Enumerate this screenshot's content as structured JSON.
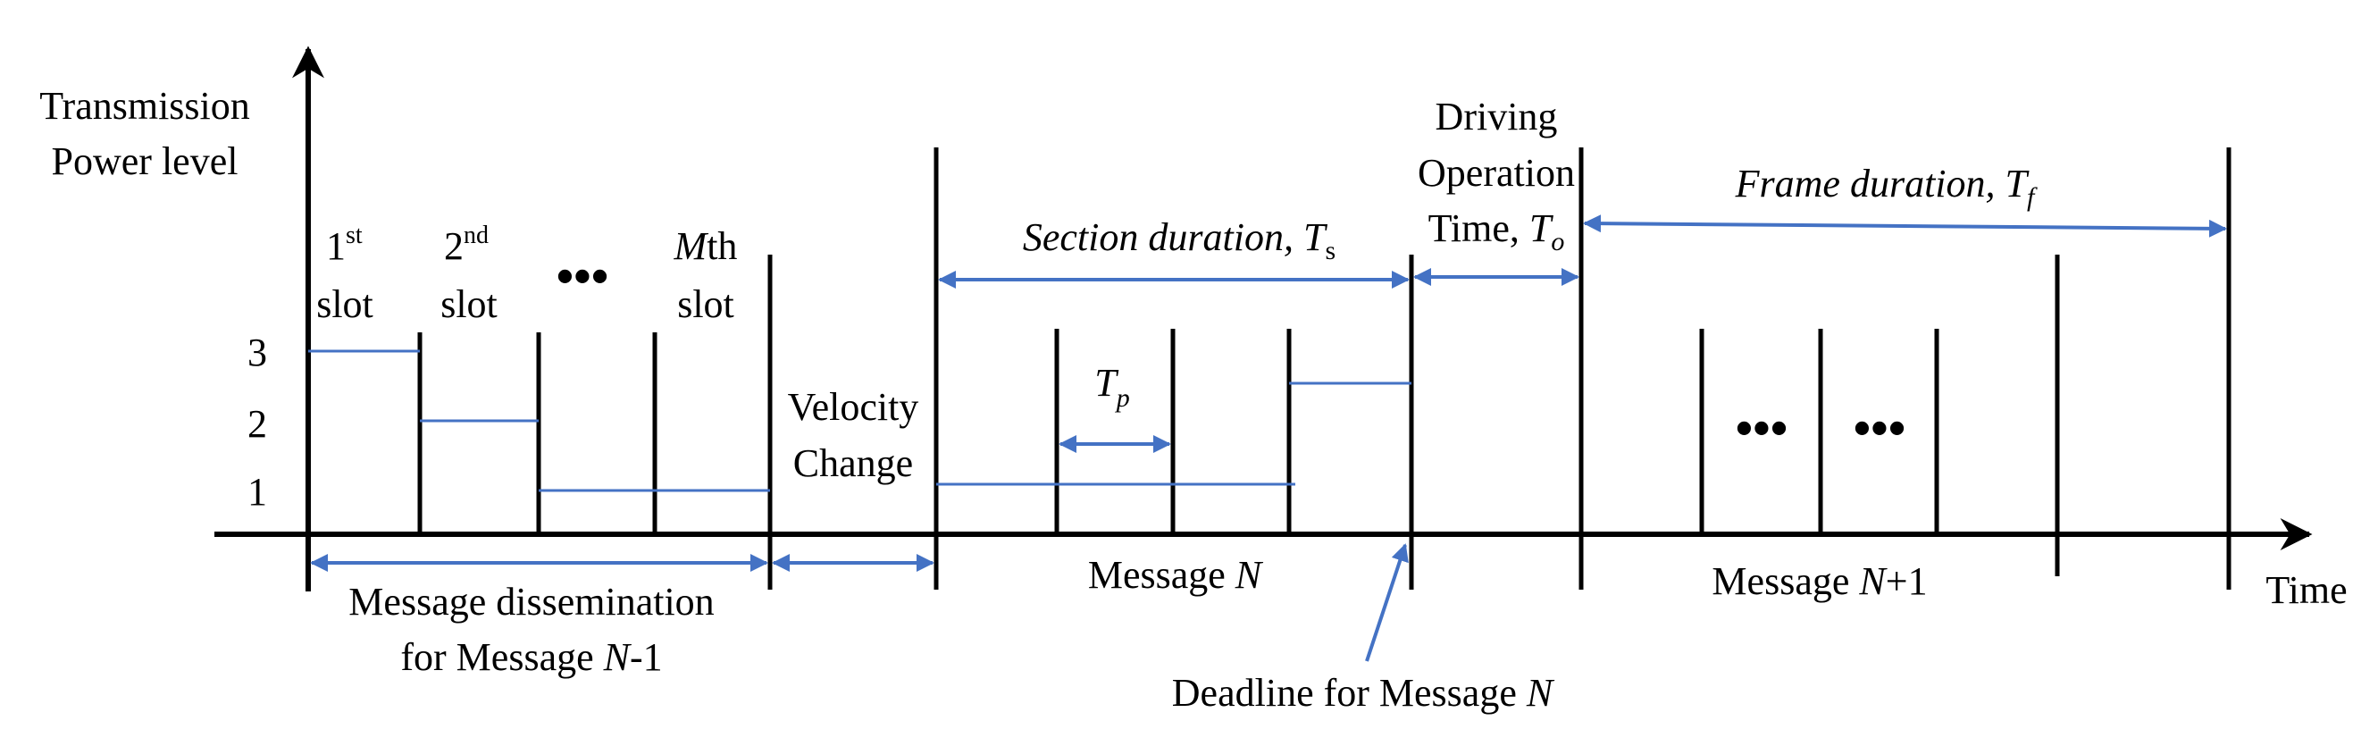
{
  "y_axis": {
    "title_line1": "Transmission",
    "title_line2": "Power level",
    "levels": [
      "3",
      "2",
      "1"
    ]
  },
  "x_axis": {
    "label": "Time"
  },
  "slots": {
    "first_num": "1",
    "first_sup": "st",
    "second_num": "2",
    "second_sup": "nd",
    "ellipsis": "•••",
    "mth_italic": "M",
    "mth_rest": "th",
    "word": "slot"
  },
  "velocity": {
    "line1": "Velocity",
    "line2": "Change"
  },
  "section": {
    "text": "Section duration, ",
    "symbol": "T",
    "sub": "s"
  },
  "period": {
    "symbol": "T",
    "sub": "p"
  },
  "driving": {
    "line1": "Driving",
    "line2": "Operation",
    "line3_text": "Time, ",
    "symbol": "T",
    "sub": "o"
  },
  "frame": {
    "text": "Frame duration, ",
    "symbol": "T",
    "sub": "f"
  },
  "bottom": {
    "dissemination_line1": "Message dissemination",
    "dissemination_line2_a": "for Message ",
    "dissemination_line2_n": "N",
    "dissemination_line2_b": "-1",
    "message_n_a": "Message ",
    "message_n_n": "N",
    "message_n1_a": "Message ",
    "message_n1_n": "N",
    "message_n1_b": "+1",
    "deadline_a": "Deadline for Message ",
    "deadline_n": "N"
  },
  "frame_dots": {
    "left": "•••",
    "right": "•••"
  },
  "colors": {
    "accent": "#4472C4",
    "line": "#000000"
  }
}
